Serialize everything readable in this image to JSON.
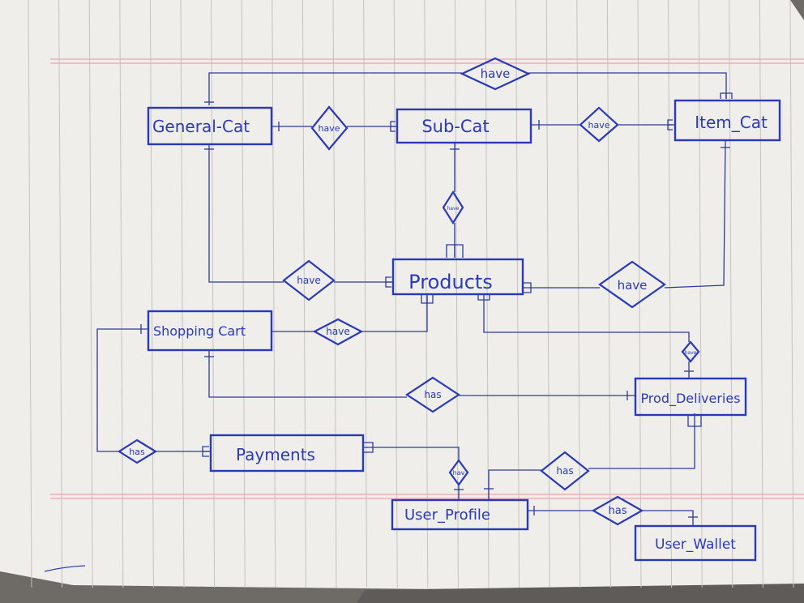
{
  "entities": [
    {
      "id": "general_cat",
      "label": "General-Cat"
    },
    {
      "id": "sub_cat",
      "label": "Sub-Cat"
    },
    {
      "id": "item_cat",
      "label": "Item_Cat"
    },
    {
      "id": "products",
      "label": "Products"
    },
    {
      "id": "shopping_cart",
      "label": "Shopping Cart"
    },
    {
      "id": "prod_deliveries",
      "label": "Prod_Deliveries"
    },
    {
      "id": "payments",
      "label": "Payments"
    },
    {
      "id": "user_profile",
      "label": "User_Profile"
    },
    {
      "id": "user_wallet",
      "label": "User_Wallet"
    }
  ],
  "relationships": [
    {
      "id": "r_gen_item",
      "label": "have"
    },
    {
      "id": "r_gen_sub",
      "label": "have"
    },
    {
      "id": "r_sub_item",
      "label": "have"
    },
    {
      "id": "r_sub_prod",
      "label": "have"
    },
    {
      "id": "r_gen_prod",
      "label": "have"
    },
    {
      "id": "r_prod_item",
      "label": "have"
    },
    {
      "id": "r_cart_prod",
      "label": "have"
    },
    {
      "id": "r_prod_deliv",
      "label": "have"
    },
    {
      "id": "r_cart_deliv",
      "label": "has"
    },
    {
      "id": "r_cart_pay",
      "label": "has"
    },
    {
      "id": "r_pay_user",
      "label": "hav"
    },
    {
      "id": "r_deliv_user",
      "label": "has"
    },
    {
      "id": "r_user_wallet",
      "label": "has"
    }
  ],
  "colors": {
    "ink": "#2a39b8",
    "paper": "#efeeea",
    "rule": "#b9b8b3",
    "margin": "#e7a6ad"
  }
}
